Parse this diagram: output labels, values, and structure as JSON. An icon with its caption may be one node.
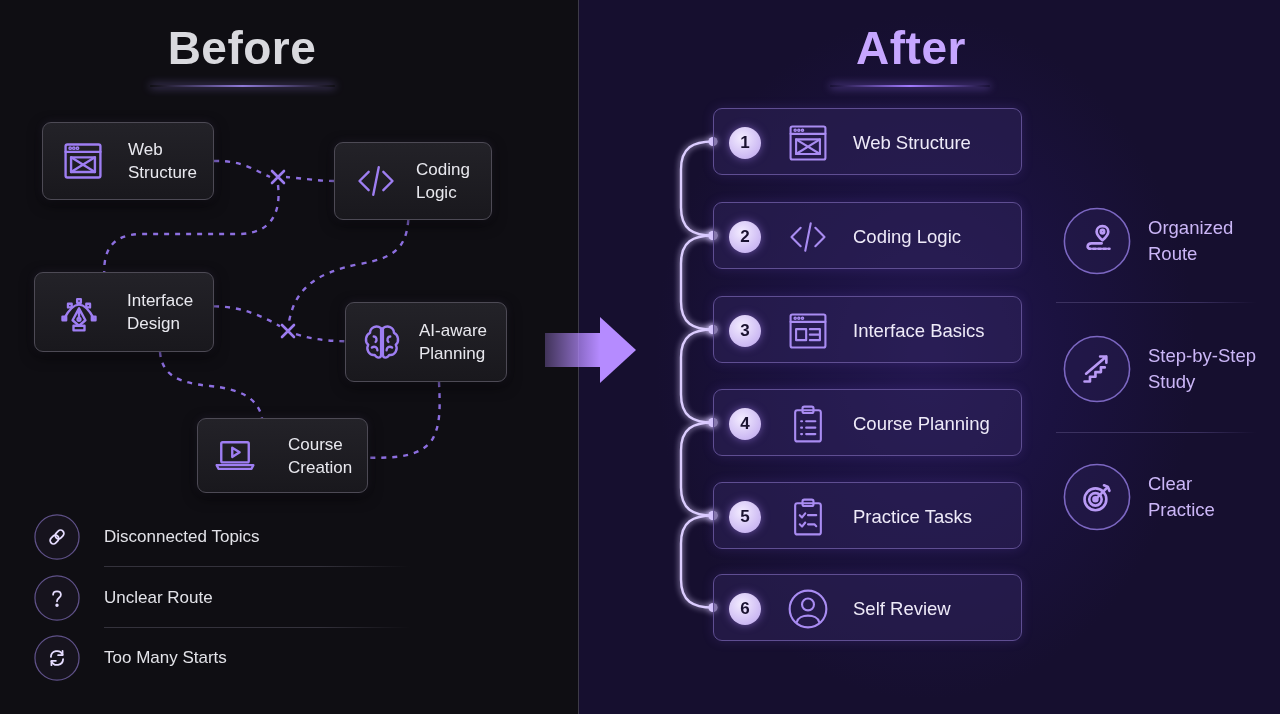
{
  "diagram": {
    "nodes": [
      {
        "text": [
          "Before"
        ]
      },
      {
        "text": [
          "Web Structure"
        ],
        "in": 0
      },
      {
        "text": [
          "Coding Logic"
        ],
        "in": 0
      },
      {
        "text": [],
        "shape": "cross",
        "in": 0
      },
      {
        "text": [
          "Interface Design"
        ],
        "in": 0
      },
      {
        "text": [],
        "shape": "cross",
        "in": 0
      },
      {
        "text": [
          "AI-aware Planning"
        ],
        "in": 0
      },
      {
        "text": [
          "Course Creation"
        ],
        "in": 0
      },
      {
        "text": [
          "After"
        ]
      },
      {
        "text": [
          "1",
          "Web Structure"
        ],
        "in": 8
      },
      {
        "text": [
          "2",
          "Coding Logic"
        ],
        "in": 8
      },
      {
        "text": [
          "3",
          "Interface Basics"
        ],
        "in": 8
      },
      {
        "text": [
          "4",
          "Course Planning"
        ],
        "in": 8
      },
      {
        "text": [
          "5",
          "Practice Tasks"
        ],
        "in": 8
      },
      {
        "text": [
          "6",
          "Self Review"
        ],
        "in": 8
      }
    ],
    "edges": [
      {
        "from": 1,
        "to": 3,
        "arrow": "none",
        "style": "dashed"
      },
      {
        "from": 2,
        "to": 3,
        "arrow": "none",
        "style": "dashed"
      },
      {
        "from": 3,
        "to": 4,
        "arrow": "none",
        "style": "dashed"
      },
      {
        "from": 4,
        "to": 5,
        "arrow": "none",
        "style": "dashed"
      },
      {
        "from": 5,
        "to": 6,
        "arrow": "none",
        "style": "dashed"
      },
      {
        "from": 2,
        "to": 5,
        "arrow": "none",
        "style": "dashed"
      },
      {
        "from": 4,
        "to": 7,
        "arrow": "none",
        "style": "dashed"
      },
      {
        "from": 6,
        "to": 7,
        "arrow": "none",
        "style": "dashed"
      },
      {
        "from": 0,
        "to": 8,
        "arrow": "to",
        "style": "thick",
        "color": "#b58bff"
      },
      {
        "from": 9,
        "to": 10,
        "arrow": "other",
        "color": "#dccdff"
      },
      {
        "from": 10,
        "to": 11,
        "arrow": "other",
        "color": "#dccdff"
      },
      {
        "from": 11,
        "to": 12,
        "arrow": "other",
        "color": "#dccdff"
      },
      {
        "from": 12,
        "to": 13,
        "arrow": "other",
        "color": "#dccdff"
      },
      {
        "from": 13,
        "to": 14,
        "arrow": "other",
        "color": "#dccdff"
      }
    ],
    "labels": [
      "Disconnected Topics",
      "Unclear Route",
      "Too Many Starts",
      "Organized Route",
      "Step-by-Step Study",
      "Clear Practice"
    ]
  }
}
